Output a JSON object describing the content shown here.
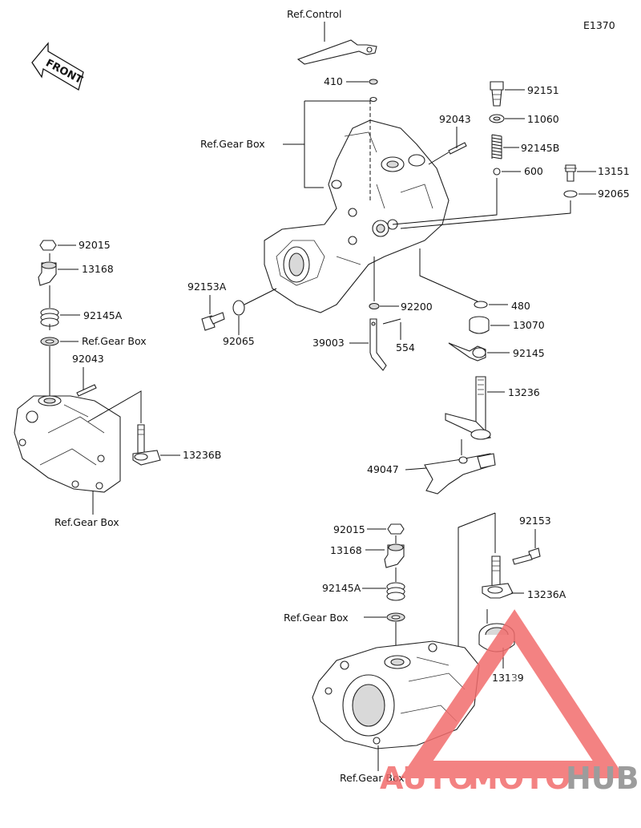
{
  "diagram_code": "E1370",
  "front_arrow_text": "FRONT",
  "labels": {
    "ref_control": "Ref.Control",
    "p410": "410",
    "ref_gear_box_top": "Ref.Gear Box",
    "p92151": "92151",
    "p11060": "11060",
    "p92043_top": "92043",
    "p92145B": "92145B",
    "p600": "600",
    "p13151": "13151",
    "p92065_right": "92065",
    "p92015_left": "92015",
    "p13168_left": "13168",
    "p92145A_left": "92145A",
    "ref_gear_box_left_upper": "Ref.Gear Box",
    "p92043_left": "92043",
    "p92153A": "92153A",
    "p92065_left": "92065",
    "p92200": "92200",
    "p39003": "39003",
    "p554": "554",
    "p480": "480",
    "p13070": "13070",
    "p92145": "92145",
    "p13236": "13236",
    "p13236B": "13236B",
    "ref_gear_box_left_lower": "Ref.Gear Box",
    "p49047": "49047",
    "p92015_bottom": "92015",
    "p92153": "92153",
    "p13168_bottom": "13168",
    "p92145A_bottom": "92145A",
    "p13236A": "13236A",
    "ref_gear_box_bottom_mid": "Ref.Gear Box",
    "p13139": "13139",
    "ref_gear_box_bottom": "Ref.Gear Box"
  },
  "watermark": {
    "part1": "AUTO",
    "part2": "MOTO",
    "part3": "HUB",
    "color_red": "#f26d6d",
    "color_grey": "#8b8b8b"
  }
}
